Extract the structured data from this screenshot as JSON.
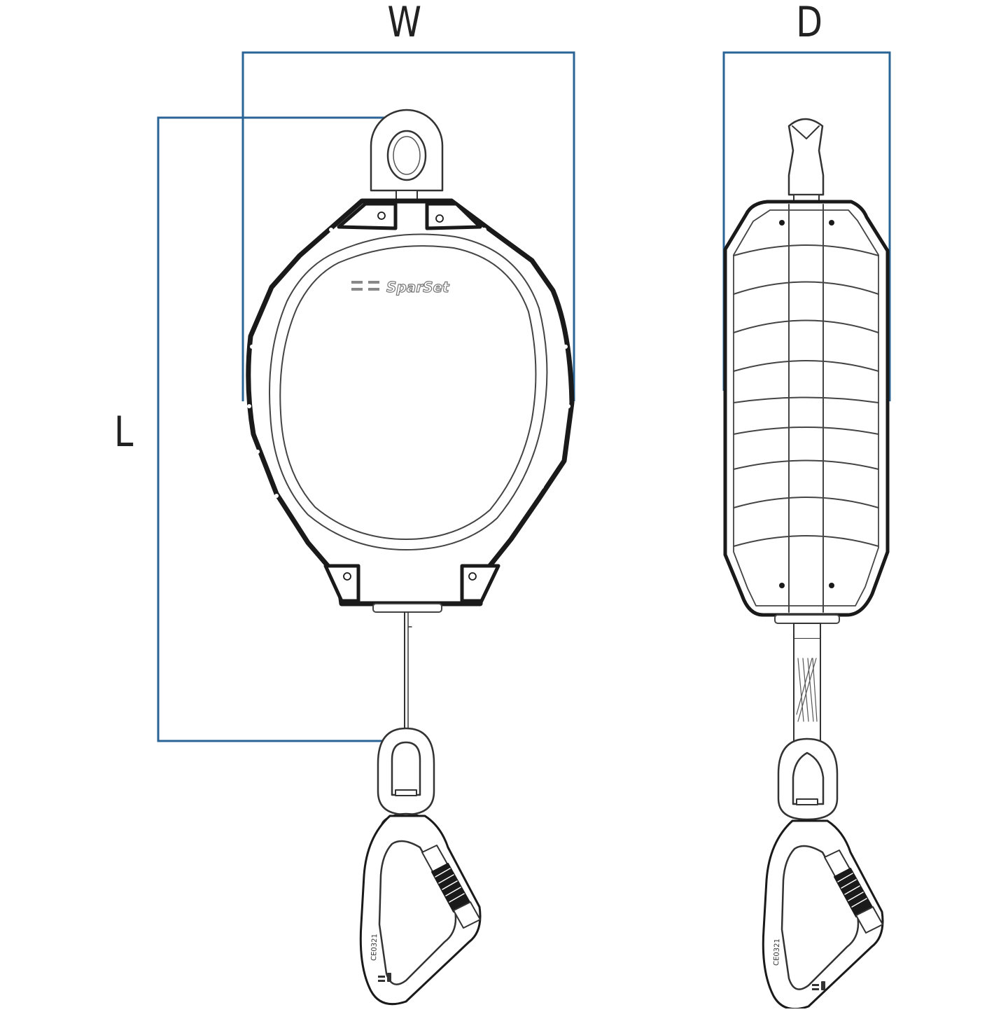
{
  "dimensions": {
    "width_label": "W",
    "depth_label": "D",
    "length_label": "L"
  },
  "colors": {
    "dimension_line": "#2a6496",
    "outline": "#1a1a1a",
    "thin_line": "#555555"
  },
  "front_view": {
    "brand_text": "SparSet",
    "carabiner_marking": "CE0321"
  },
  "side_view": {
    "carabiner_marking": "CE0321"
  }
}
